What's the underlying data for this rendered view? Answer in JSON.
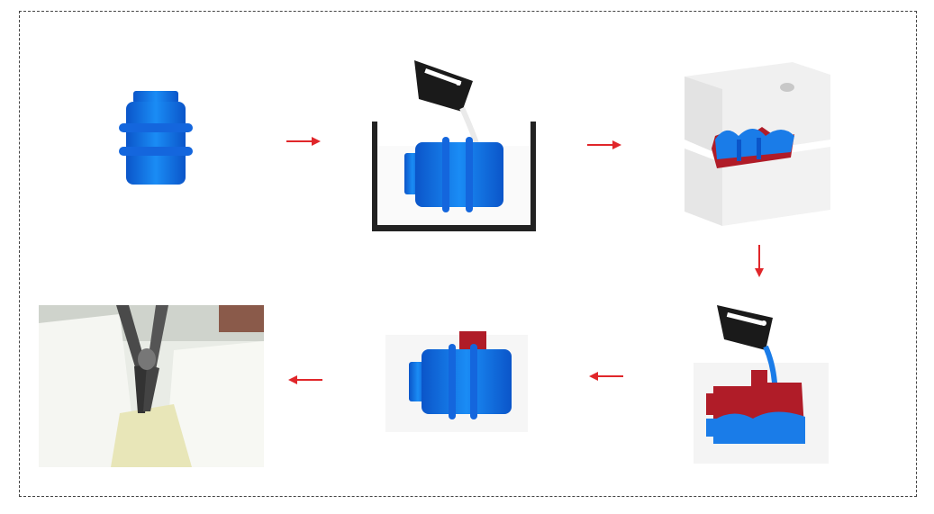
{
  "diagram": {
    "steps": [
      {
        "id": "master-model",
        "icon": "blue-part-icon"
      },
      {
        "id": "silicone-pour",
        "icon": "pour-cup-icon"
      },
      {
        "id": "cut-mold",
        "icon": "mold-block-icon"
      },
      {
        "id": "resin-pour",
        "icon": "resin-pour-icon"
      },
      {
        "id": "cast-part",
        "icon": "cast-part-icon"
      },
      {
        "id": "demold-photo",
        "icon": "pliers-photo"
      }
    ],
    "arrows": [
      "right",
      "right",
      "down",
      "left",
      "left"
    ],
    "colors": {
      "part_blue": "#1a7ce8",
      "part_blue_dark": "#0b55c9",
      "mold_red": "#b01c28",
      "arrow_red": "#e0262a",
      "cup_black": "#1a1a1a",
      "tank_black": "#222222",
      "mold_white": "#eeeeee"
    }
  }
}
